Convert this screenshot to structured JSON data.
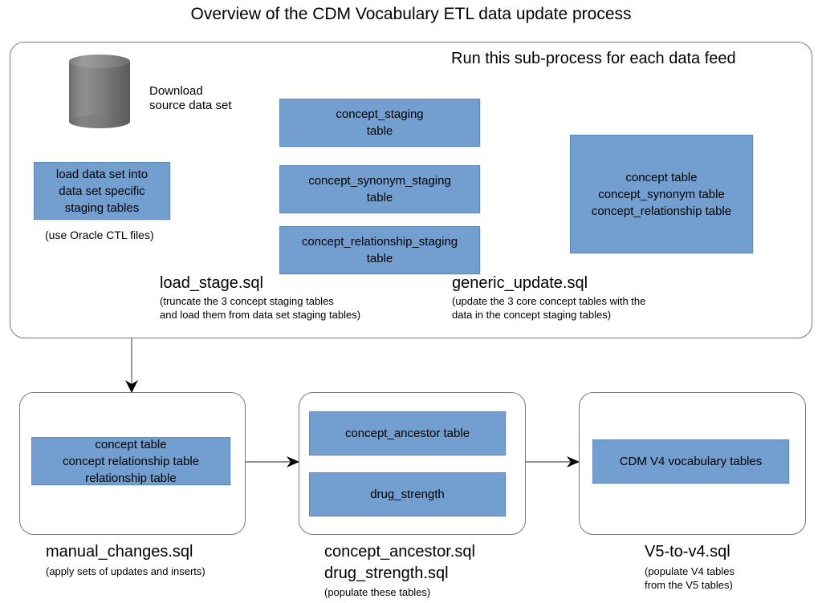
{
  "title": "Overview of the CDM Vocabulary ETL data update process",
  "top_section": {
    "header": "Run this sub-process for each data feed",
    "database_label_line1": "Download",
    "database_label_line2": "source data set",
    "load_box": {
      "line1": "load data set into",
      "line2": "data set specific",
      "line3": "staging tables"
    },
    "load_box_note": "(use Oracle CTL files)",
    "staging_tables": [
      {
        "line1": "concept_staging",
        "line2": "table"
      },
      {
        "line1": "concept_synonym_staging",
        "line2": "table"
      },
      {
        "line1": "concept_relationship_staging",
        "line2": "table"
      }
    ],
    "core_tables": {
      "line1": "concept table",
      "line2": "concept_synonym table",
      "line3": "concept_relationship table"
    },
    "captions": [
      {
        "title": "load_stage.sql",
        "sub_line1": "(truncate the 3 concept staging tables",
        "sub_line2": "and load them from data set staging tables)"
      },
      {
        "title": "generic_update.sql",
        "sub_line1": "(update the 3 core concept tables with the",
        "sub_line2": "data in the concept staging tables)"
      }
    ]
  },
  "bottom_section": {
    "manual_changes": {
      "box": {
        "line1": "concept table",
        "line2": "concept relationship table",
        "line3": "relationship table"
      },
      "caption_title": "manual_changes.sql",
      "caption_sub": "(apply sets of updates and inserts)"
    },
    "ancestor": {
      "box1": "concept_ancestor table",
      "box2": "drug_strength",
      "caption_title_line1": "concept_ancestor.sql",
      "caption_title_line2": "drug_strength.sql",
      "caption_sub": "(populate these tables)"
    },
    "v5_to_v4": {
      "box": "CDM V4 vocabulary tables",
      "caption_title": "V5-to-v4.sql",
      "caption_sub_line1": "(populate V4 tables",
      "caption_sub_line2": "from the V5 tables)"
    }
  },
  "colors": {
    "table_fill": "#729fcf",
    "table_border": "#5f8bb8",
    "container_border": "#7a7a7a",
    "cylinder_gray": "#808080",
    "connector": "#595959",
    "text": "#000000",
    "background": "#ffffff"
  }
}
